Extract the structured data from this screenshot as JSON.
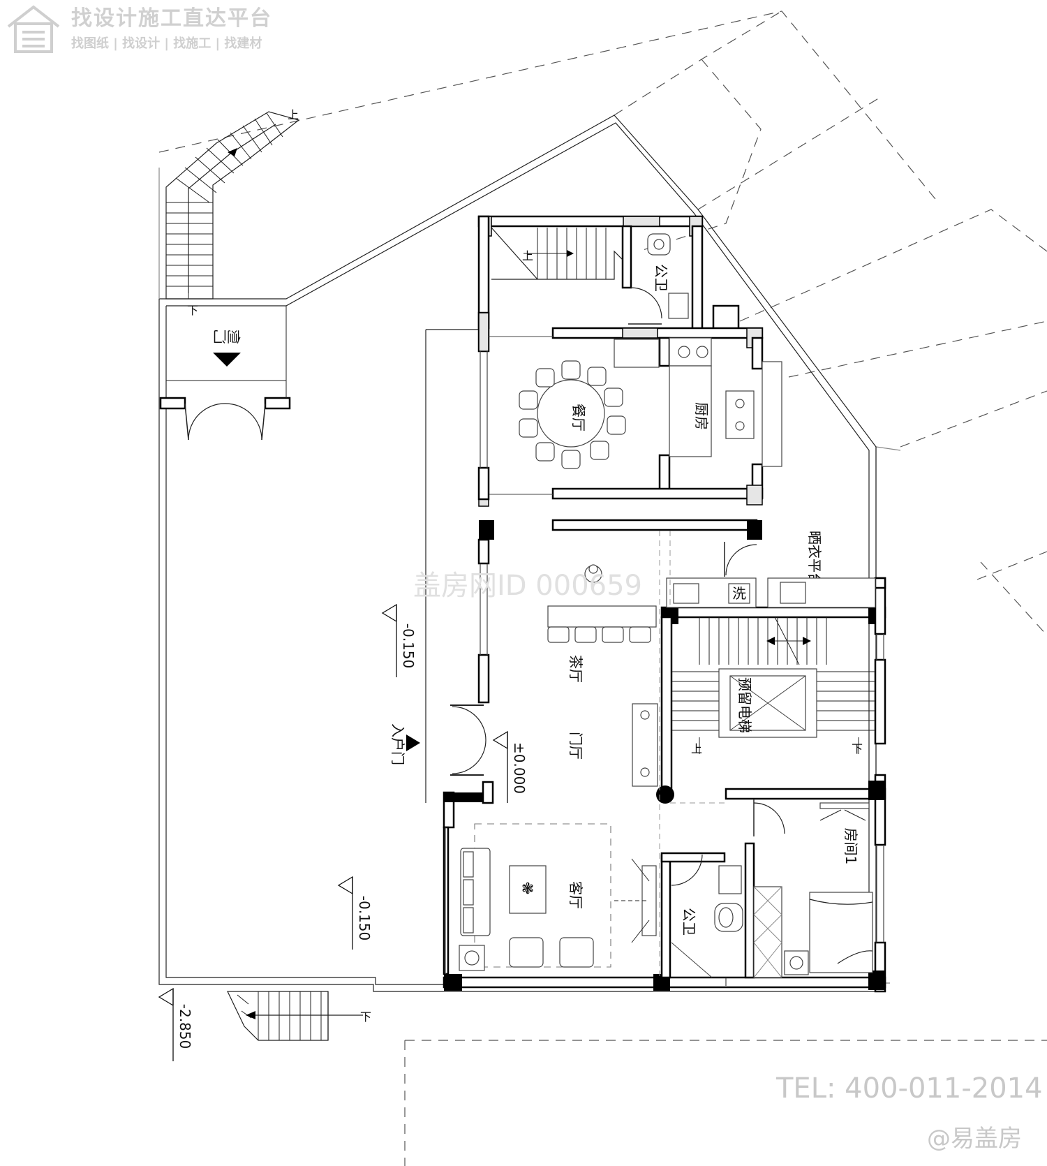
{
  "watermark": {
    "title": "找设计施工直达平台",
    "subtitle": "找图纸 | 找设计 | 找施工 | 找建材",
    "center_id": "盖房网ID 000659",
    "phone": "TEL: 400-011-2014",
    "brand": "@易盖房"
  },
  "rooms": {
    "dining": "餐厅",
    "kitchen": "厨房",
    "public_wc_top": "公卫",
    "public_wc_bottom": "公卫",
    "drying_terrace": "晒衣平台",
    "tea_room": "茶厅",
    "foyer": "门厅",
    "living": "客厅",
    "bedroom1": "房间1",
    "elevator": "预留电梯",
    "side_door": "侧门",
    "entrance": "入户门",
    "wash": "洗"
  },
  "stair_marks": {
    "up": "上",
    "down": "下"
  },
  "levels": {
    "terrace_left": "-0.150",
    "terrace_bottom": "-0.150",
    "ground_floor": "±0.000",
    "outside": "-2.850"
  }
}
